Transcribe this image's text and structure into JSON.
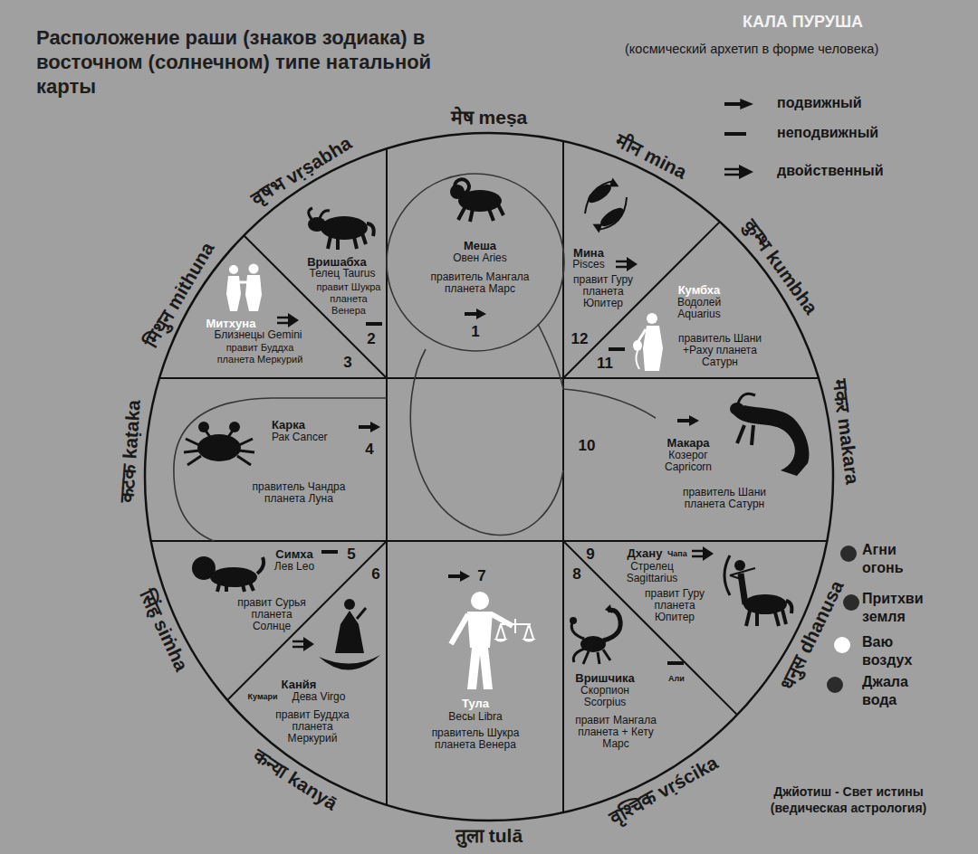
{
  "diagram": {
    "title": "Расположение раши (знаков зодиака) в восточном (солнечном) типе натальной карты",
    "caption": "Джйотиш - Свет истины (ведическая астрология)",
    "nodes": [
      {
        "text": [
          "Меша",
          "Овен Aries",
          "правитель Мангала планета Марс",
          "1"
        ]
      },
      {
        "text": [
          "Вришабха",
          "Телец Taurus",
          "правит Шукра планета Венера",
          "2"
        ]
      },
      {
        "text": [
          "Митхуна",
          "Близнецы Gemini",
          "правит Буддха планета Меркурий",
          "3"
        ]
      },
      {
        "text": [
          "Карка",
          "Рак Cancer",
          "правитель Чандра планета Луна",
          "4"
        ]
      },
      {
        "text": [
          "Симха",
          "Лев Leo",
          "правит Сурья планета Солнце",
          "5"
        ]
      },
      {
        "text": [
          "Канйя",
          "Кумари",
          "Дева Virgo",
          "правит Буддха планета Меркурий",
          "6"
        ]
      },
      {
        "text": [
          "Тула",
          "Весы Libra",
          "правитель Шукра планета Венера",
          "7"
        ]
      },
      {
        "text": [
          "Вришчика",
          "Али",
          "Скорпион Scorpius",
          "правит Мангала планета + Кету Марс",
          "8"
        ]
      },
      {
        "text": [
          "Дхану",
          "Чапа",
          "Стрелец Sagittarius",
          "правит Гуру планета Юпитер",
          "9"
        ]
      },
      {
        "text": [
          "Макара",
          "Козерог Capricorn",
          "правитель Шани планета Сатурн",
          "10"
        ]
      },
      {
        "text": [
          "Кумбха",
          "Водолей Aquarius",
          "правитель Шани +Раху планета Сатурн",
          "11"
        ]
      },
      {
        "text": [
          "Мина",
          "Pisces",
          "правит Гуру планета Юпитер",
          "12"
        ]
      }
    ],
    "labels": [
      "КАЛА ПУРУША",
      "(космический архетип в форме человека)",
      "मेष meṣa",
      "वृषभ vṛṣabha",
      "मिथुन mithuna",
      "कटक kaṭaka",
      "सिंह siṁha",
      "कन्या kanyā",
      "तुला tulā",
      "वृश्चिक vṛścika",
      "धनुस dhanusa",
      "मकर makara",
      "कुम्भ kumbha",
      "मीन mina"
    ],
    "legend": [
      {
        "text": "подвижный"
      },
      {
        "text": "неподвижный"
      },
      {
        "text": "двойственный"
      },
      {
        "text": "Агни огонь",
        "color": "#2b2b2b"
      },
      {
        "text": "Притхви земля",
        "color": "#2b2b2b"
      },
      {
        "text": "Ваю воздух",
        "color": "#ffffff"
      },
      {
        "text": "Джала вода",
        "color": "#2b2b2b"
      }
    ]
  }
}
